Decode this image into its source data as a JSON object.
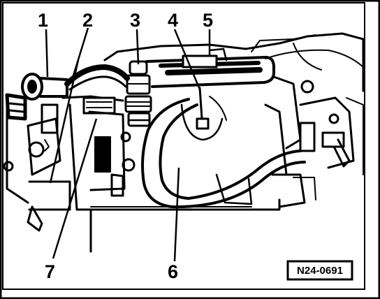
{
  "colors": {
    "ink": "#000000",
    "paper": "#ffffff"
  },
  "callouts": {
    "c1": "1",
    "c2": "2",
    "c3": "3",
    "c4": "4",
    "c5": "5",
    "c6": "6",
    "c7": "7"
  },
  "reference_code": "N24-0691"
}
